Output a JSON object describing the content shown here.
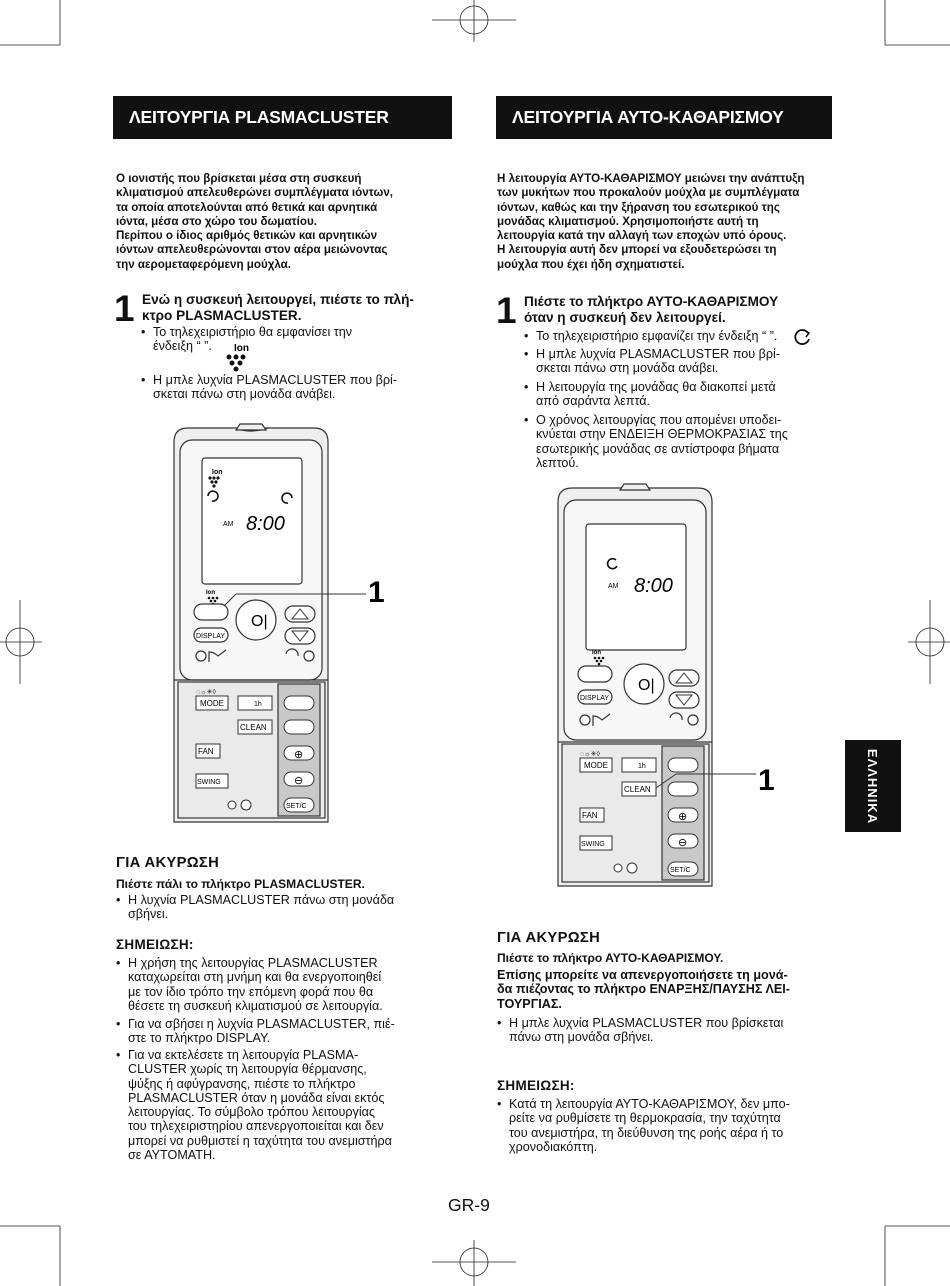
{
  "left": {
    "header": "ΛΕΙΤΟΥΡΓΙΑ PLASMACLUSTER",
    "intro": [
      "Ο ιονιστής που βρίσκεται μέσα στη συσκευή",
      "κλιματισμού απελευθερώνει συμπλέγματα ιόντων,",
      "τα οποία αποτελούνται από θετικά και αρνητικά",
      "ιόντα, μέσα στο χώρο του δωματίου.",
      "Περίπου ο ίδιος αριθμός θετικών και αρνητικών",
      "ιόντων απελευθερώνονται στον αέρα μειώνοντας",
      "την αερομεταφερόμενη μούχλα."
    ],
    "step_number": "1",
    "step_title": [
      "Ενώ η συσκευή λειτουργεί, πιέστε το πλή-",
      "κτρο PLASMACLUSTER."
    ],
    "bullets": [
      [
        "Το τηλεχειριστήριο θα εμφανίσει την",
        "ένδειξη “          ”."
      ],
      [
        "Η μπλε λυχνία PLASMACLUSTER που βρί-",
        "σκεται πάνω στη μονάδα ανάβει."
      ]
    ],
    "remote": {
      "ion_label": "Ion",
      "am": "AM",
      "time": "8:00",
      "callout": "1",
      "display_btn": "DISPLAY",
      "mode_btn": "MODE",
      "timer_btn": "1h",
      "clean_btn": "CLEAN",
      "fan_btn": "FAN",
      "swing_btn": "SWING",
      "setc_btn": "SET/C"
    },
    "cancel_title": "ΓΙΑ ΑΚΥΡΩΣΗ",
    "cancel_sub": "Πιέστε πάλι το πλήκτρο PLASMACLUSTER.",
    "cancel_bullets": [
      [
        "Η λυχνία PLASMACLUSTER πάνω στη μονάδα",
        "σβήνει."
      ]
    ],
    "note_title": "ΣΗΜΕΙΩΣΗ:",
    "note_bullets": [
      [
        "Η χρήση της λειτουργίας PLASMACLUSTER",
        "καταχωρείται στη μνήμη και θα ενεργοποιηθεί",
        "με τον ίδιο τρόπο την επόμενη φορά που θα",
        "θέσετε τη συσκευή κλιματισμού σε λειτουργία."
      ],
      [
        "Για να σβήσει η λυχνία PLASMACLUSTER, πιέ-",
        "στε το πλήκτρο DISPLAY."
      ],
      [
        "Για να εκτελέσετε τη λειτουργία PLASMA-",
        "CLUSTER χωρίς τη λειτουργία θέρμανσης,",
        "ψύξης ή αφύγρανσης, πιέστε το πλήκτρο",
        "PLASMACLUSTER όταν η μονάδα είναι εκτός",
        "λειτουργίας. Το σύμβολο τρόπου λειτουργίας",
        "του τηλεχειριστηρίου απενεργοποιείται και δεν",
        "μπορεί να ρυθμιστεί η ταχύτητα του ανεμιστήρα",
        "σε ΑΥΤΟΜΑΤΗ."
      ]
    ]
  },
  "right": {
    "header": "ΛΕΙΤΟΥΡΓΙΑ ΑΥΤΟ-ΚΑΘΑΡΙΣΜΟΥ",
    "intro": [
      "Η λειτουργία ΑΥΤΟ-ΚΑΘΑΡΙΣΜΟΥ μειώνει την ανάπτυξη",
      "των μυκήτων που προκαλούν μούχλα με συμπλέγματα",
      "ιόντων, καθώς και την ξήρανση του εσωτερικού της",
      "μονάδας κλιματισμού. Χρησιμοποιήστε αυτή τη",
      "λειτουργία κατά την αλλαγή των εποχών υπό όρους.",
      "Η λειτουργία αυτή δεν μπορεί να εξουδετερώσει τη",
      "μούχλα που έχει ήδη σχηματιστεί."
    ],
    "step_number": "1",
    "step_title": [
      "Πιέστε το πλήκτρο ΑΥΤΟ-ΚΑΘΑΡΙΣΜΟΥ",
      "όταν η συσκευή δεν λειτουργεί."
    ],
    "bullets": [
      [
        "Το τηλεχειριστήριο εμφανίζει την ένδειξη “      ”."
      ],
      [
        "Η μπλε λυχνία PLASMACLUSTER που βρί-",
        "σκεται πάνω στη μονάδα ανάβει."
      ],
      [
        "Η λειτουργία της μονάδας θα διακοπεί μετά",
        "από σαράντα λεπτά."
      ],
      [
        "Ο χρόνος λειτουργίας που απομένει υποδει-",
        "κνύεται στην ΕΝΔΕΙΞΗ ΘΕΡΜΟΚΡΑΣΙΑΣ της",
        "εσωτερικής μονάδας σε αντίστροφα βήματα",
        "λεπτού."
      ]
    ],
    "remote": {
      "ion_label": "Ion",
      "am": "AM",
      "time": "8:00",
      "callout": "1",
      "display_btn": "DISPLAY",
      "mode_btn": "MODE",
      "timer_btn": "1h",
      "clean_btn": "CLEAN",
      "fan_btn": "FAN",
      "swing_btn": "SWING",
      "setc_btn": "SET/C"
    },
    "cancel_title": "ΓΙΑ ΑΚΥΡΩΣΗ",
    "cancel_sub": "Πιέστε το πλήκτρο ΑΥΤΟ-ΚΑΘΑΡΙΣΜΟΥ.",
    "cancel_sub2": [
      "Επίσης μπορείτε να απενεργοποιήσετε τη μονά-",
      "δα πιέζοντας το πλήκτρο ΕΝΑΡΞΗΣ/ΠΑΥΣΗΣ ΛΕΙ-",
      "ΤΟΥΡΓΙΑΣ."
    ],
    "cancel_bullets": [
      [
        "Η μπλε λυχνία PLASMACLUSTER που βρίσκεται",
        "πάνω στη μονάδα σβήνει."
      ]
    ],
    "note_title": "ΣΗΜΕΙΩΣΗ:",
    "note_bullets": [
      [
        "Κατά τη λειτουργία ΑΥΤΟ-ΚΑΘΑΡΙΣΜΟΥ, δεν μπο-",
        "ρείτε να ρυθμίσετε τη θερμοκρασία, την ταχύτητα",
        "του ανεμιστήρα, τη διεύθυνση της ροής αέρα ή το",
        "χρονοδιακόπτη."
      ]
    ]
  },
  "side_tab": "ΕΛΛΗΝΙΚΑ",
  "page_number": "GR-9"
}
